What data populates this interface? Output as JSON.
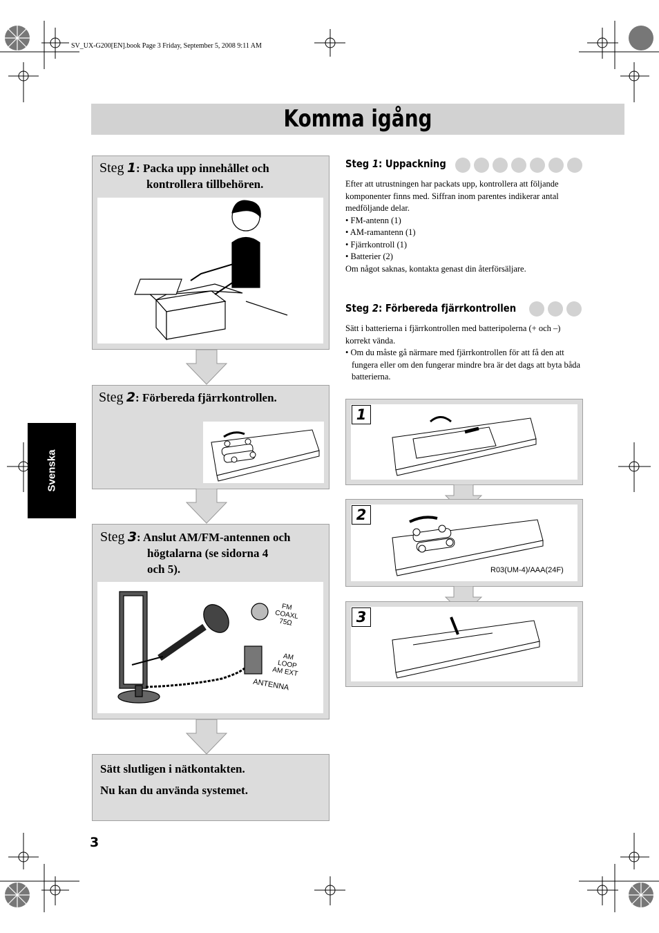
{
  "header": {
    "file_info": "SV_UX-G200[EN].book  Page 3  Friday, September 5, 2008  9:11 AM"
  },
  "title": "Komma igång",
  "language_tab": "Svenska",
  "page_number": "3",
  "left": {
    "step1": {
      "word": "Steg",
      "num": "1",
      "text_line1": ": Packa upp innehållet och",
      "text_line2": "kontrollera tillbehören."
    },
    "step2": {
      "word": "Steg",
      "num": "2",
      "text_line1": ": Förbereda fjärrkontrollen."
    },
    "step3": {
      "word": "Steg",
      "num": "3",
      "text_line1": ": Anslut AM/FM-antennen och",
      "text_line2": "högtalarna (se sidorna 4",
      "text_line3": "och 5)."
    },
    "antenna_labels": {
      "fm": "FM",
      "coaxl": "COAXL",
      "ohm": "75Ω",
      "am": "AM",
      "loop": "LOOP",
      "amext": "AM EXT",
      "antenna": "ANTENNA"
    },
    "final": {
      "line1": "Sätt slutligen i nätkontakten.",
      "line2": "Nu kan du använda systemet."
    }
  },
  "right": {
    "sec1": {
      "word": "Steg ",
      "num": "1",
      "rest": ": Uppackning"
    },
    "sec1_body": {
      "intro": "Efter att utrustningen har packats upp, kontrollera att följande komponenter finns med. Siffran inom parentes indikerar antal medföljande delar.",
      "items": [
        "• FM-antenn (1)",
        "• AM-ramantenn (1)",
        "• Fjärrkontroll (1)",
        "• Batterier (2)"
      ],
      "outro": "Om något saknas, kontakta genast din återförsäljare."
    },
    "sec2": {
      "word": "Steg ",
      "num": "2",
      "rest": ": Förbereda fjärrkontrollen"
    },
    "sec2_body": {
      "p1": "Sätt i batterierna i fjärrkontrollen med batteripolerna (+ och –) korrekt vända.",
      "p2": "• Om du måste gå närmare med fjärrkontrollen för att få den att fungera eller om den fungerar mindre bra är det dags att byta båda batterierna."
    },
    "fig_numbers": [
      "1",
      "2",
      "3"
    ],
    "battery_caption": "R03(UM-4)/AAA(24F)"
  }
}
